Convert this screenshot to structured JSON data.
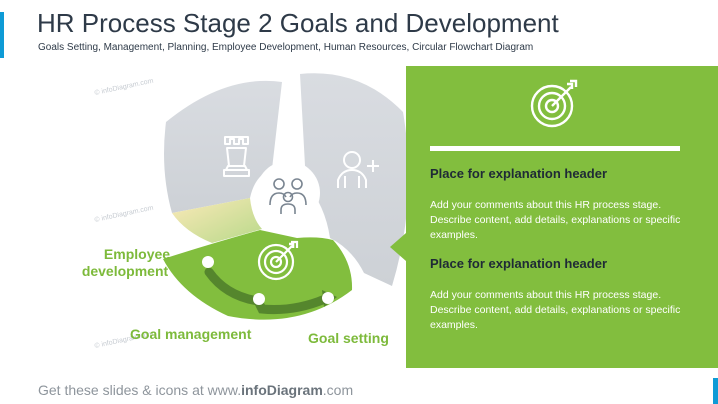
{
  "title": "HR Process Stage 2 Goals and Development",
  "subtitle": "Goals Setting, Management, Planning, Employee Development, Human Resources, Circular Flowchart Diagram",
  "diagram": {
    "labels": {
      "employee_development_line1": "Employee",
      "employee_development_line2": "development",
      "goal_management": "Goal management",
      "goal_setting": "Goal setting"
    },
    "icons": [
      "chess-rook-icon",
      "team-icon",
      "add-user-icon",
      "target-icon"
    ],
    "watermark": "© infoDiagram.com"
  },
  "panel": {
    "icon": "target-icon",
    "sections": [
      {
        "header": "Place for explanation header",
        "text": "Add your comments about this HR process stage. Describe content, add details, explanations or specific examples."
      },
      {
        "header": "Place for explanation header",
        "text": "Add your comments about this HR process stage. Describe content, add details, explanations or specific examples."
      }
    ]
  },
  "footer": {
    "prefix": "Get these slides & icons at www.",
    "brand": "infoDiagram",
    "suffix": ".com"
  },
  "colors": {
    "accent_green": "#82be3e",
    "segment_gray": "#d4d8de",
    "title_dark": "#2e3a48",
    "accent_blue": "#0e9bd6"
  }
}
